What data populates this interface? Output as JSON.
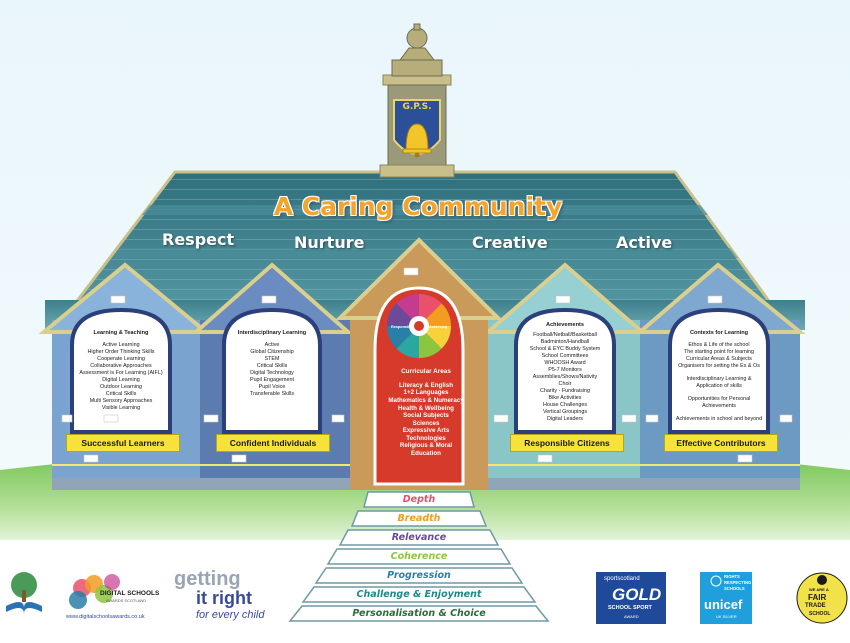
{
  "title": "A Caring Community",
  "bell_sign": "G.P.S.",
  "values": [
    {
      "label": "Respect"
    },
    {
      "label": "Nurture"
    },
    {
      "label": "Creative"
    },
    {
      "label": "Active"
    }
  ],
  "panels": [
    {
      "title": "Learning & Teaching",
      "items": [
        "Active Learning",
        "Higher Order Thinking Skills",
        "Cooperate Learning",
        "Collaborative Approaches",
        "Assessment is For Learning (AIFL)",
        "Digital Learning",
        "Outdoor Learning",
        "Critical Skills",
        "Multi Sensory Approaches",
        "Visible Learning"
      ],
      "label": "Successful Learners"
    },
    {
      "title": "Interdisciplinary Learning",
      "items": [
        "Active",
        "Global Citizenship",
        "STEM",
        "Critical Skills",
        "Digital Technology",
        "Pupil Engagement",
        "Pupil Voice",
        "Transferable Skills"
      ],
      "label": "Confident Individuals"
    },
    {
      "title": "Achievements",
      "items": [
        "Football/Netball/Basketball",
        "Badminton/Handball",
        "School & EYC Buddy System",
        "School Committees",
        "WHOOSH Award",
        "P5-7 Monitors",
        "Assemblies/Shows/Nativity",
        "Choir",
        "Charity - Fundraising",
        "Bike Activities",
        "House Challenges",
        "Vertical Groupings",
        "Digital Leaders"
      ],
      "label": "Responsible Citizens"
    },
    {
      "title": "Contexts for Learning",
      "items": [
        "Ethos & Life of the school",
        "The starting point for learning",
        "Curricular Areas & Subjects",
        "Organisers for setting the Es & Os",
        "",
        "Interdisciplinary Learning &",
        "Application of skills",
        "",
        "Opportunities for Personal",
        "Achievements",
        "",
        "Achievements in school and beyond"
      ],
      "label": "Effective Contributors"
    }
  ],
  "curricular": {
    "wheel_labels": [
      "Responsible",
      "Achieving"
    ],
    "title": "Curricular Areas",
    "items": [
      "Literacy & English",
      "1+2 Languages",
      "Mathematics & Numeracy",
      "Health & Wellbeing",
      "Social Subjects",
      "Sciences",
      "Expressive Arts",
      "Technologies",
      "Religious & Moral",
      "Education"
    ]
  },
  "steps": [
    {
      "label": "Depth",
      "color": "#e8506b"
    },
    {
      "label": "Breadth",
      "color": "#f39c22"
    },
    {
      "label": "Relevance",
      "color": "#6b4a9c"
    },
    {
      "label": "Coherence",
      "color": "#8cc63f"
    },
    {
      "label": "Progression",
      "color": "#2a7fa8"
    },
    {
      "label": "Challenge & Enjoyment",
      "color": "#1b8a8a"
    },
    {
      "label": "Personalisation & Choice",
      "color": "#2a6d3a"
    }
  ],
  "logos": {
    "digital_schools": {
      "line1": "DIGITAL SCHOOLS",
      "line2": "AWARDS SCOTLAND",
      "url": "www.digitalschoolsawards.co.uk"
    },
    "gir": {
      "line1": "getting",
      "line2": "it right",
      "line3": "for every child"
    },
    "sport": {
      "brand": "sportscotland",
      "big": "GOLD",
      "sub": "SCHOOL SPORT",
      "note": "AWARD"
    },
    "unicef": {
      "top": "RIGHTS",
      "top2": "RESPECTING",
      "top3": "SCHOOLS",
      "brand": "unicef",
      "foot": "UK SILVER"
    },
    "fair": {
      "line1": "WE ARE A",
      "line2": "FAIR",
      "line3": "TRADE",
      "line4": "SCHOOL"
    }
  }
}
